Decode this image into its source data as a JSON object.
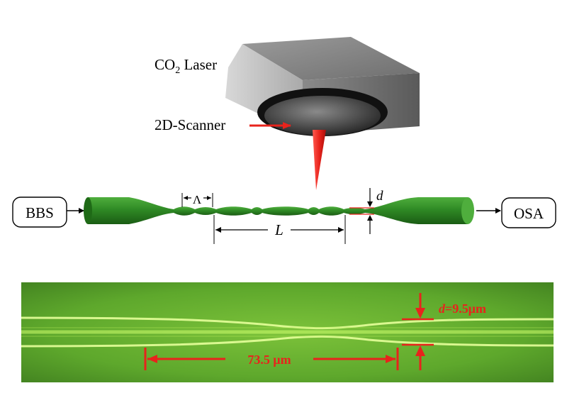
{
  "laser": {
    "co": "CO",
    "sub": "2",
    "rest": " Laser"
  },
  "scanner": {
    "label": "2D-Scanner"
  },
  "source": {
    "label": "BBS"
  },
  "analyzer": {
    "label": "OSA"
  },
  "labels": {
    "lambda": "Λ",
    "length": "L",
    "diameter": "d"
  },
  "micrograph": {
    "diameter_prefix": "d",
    "diameter_value": "=9.5μm",
    "length_label": "73.5 μm"
  },
  "colors": {
    "fiber": "#2f8a25",
    "beam": "#e8231c",
    "micrograph_bg": "#5fae2c",
    "measure": "#e8231c"
  }
}
